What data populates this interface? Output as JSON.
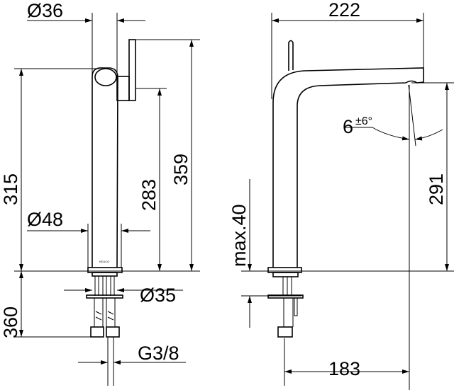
{
  "dimensions": {
    "d36": "Ø36",
    "d315": "315",
    "d359": "359",
    "d283": "283",
    "d48": "Ø48",
    "d35": "Ø35",
    "d360": "360",
    "g38": "G3/8",
    "d222": "222",
    "angle_main": "6",
    "angle_tol": "±6°",
    "d291": "291",
    "max40": "max.40",
    "d183": "183"
  },
  "logo": "KEUCO"
}
